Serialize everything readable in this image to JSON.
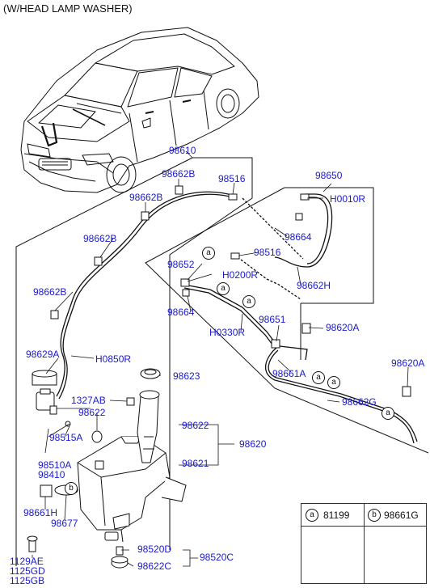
{
  "title": "(W/HEAD LAMP WASHER)",
  "parts": {
    "p98610": "98610",
    "p98650": "98650",
    "p98662B_1": "98662B",
    "p98662B_2": "98662B",
    "p98662B_3": "98662B",
    "p98662B_4": "98662B",
    "p98516_1": "98516",
    "p98516_2": "98516",
    "pH0010R": "H0010R",
    "p98664_1": "98664",
    "p98664_2": "98664",
    "p98652": "98652",
    "pH0200R": "H0200R",
    "p98662H": "98662H",
    "pH0330R": "H0330R",
    "p98651": "98651",
    "p98620A_1": "98620A",
    "p98620A_2": "98620A",
    "p98629A": "98629A",
    "pH0850R": "H0850R",
    "p98623": "98623",
    "p98661A": "98661A",
    "p98662G": "98662G",
    "p1327AB": "1327AB",
    "p98622_1": "98622",
    "p98622_2": "98622",
    "p98515A": "98515A",
    "p98620": "98620",
    "p98621": "98621",
    "p98510A": "98510A",
    "p98410": "98410",
    "p98661H": "98661H",
    "p98677": "98677",
    "p98520D": "98520D",
    "p98520C": "98520C",
    "p98622C": "98622C",
    "p1129AE": "1129AE",
    "p1125GD": "1125GD",
    "p1125GB": "1125GB"
  },
  "markers": {
    "a": "a",
    "b": "b"
  },
  "legend": {
    "a_letter": "a",
    "a_code": "81199",
    "b_letter": "b",
    "b_code": "98661G"
  }
}
